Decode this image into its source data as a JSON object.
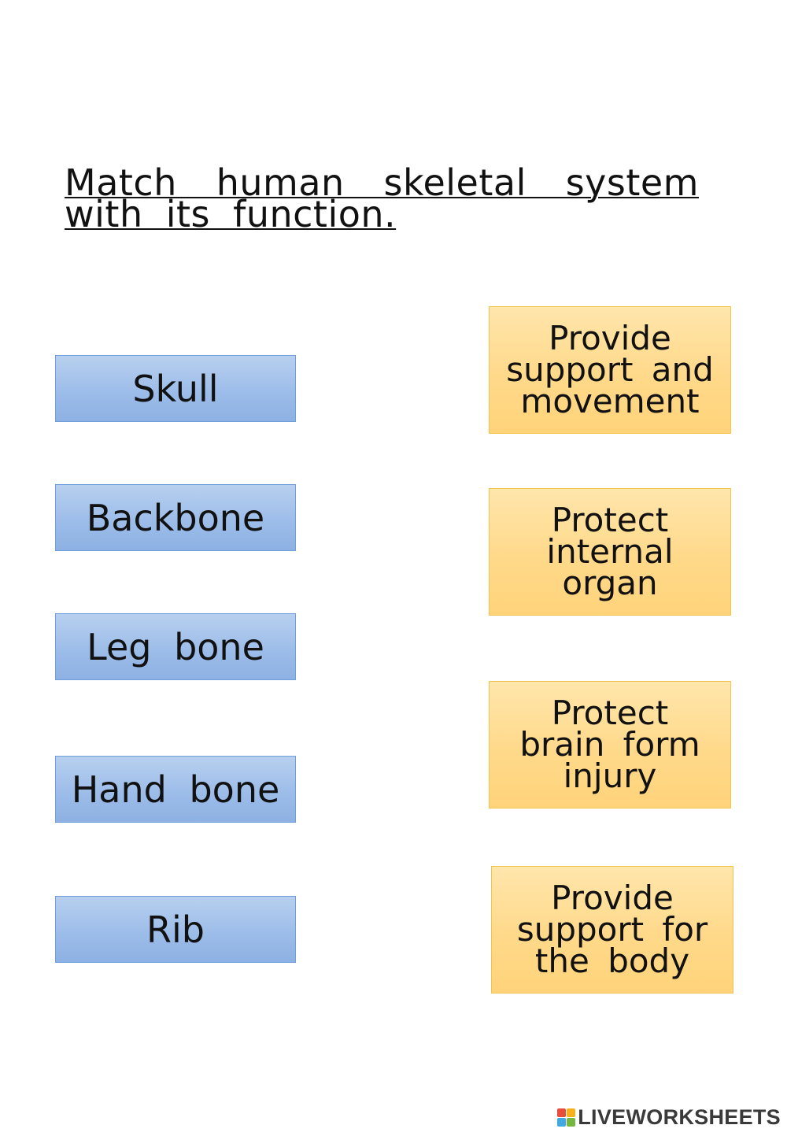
{
  "title": "Match human skeletal system with its function.",
  "terms": [
    "Skull",
    "Backbone",
    "Leg bone",
    "Hand bone",
    "Rib"
  ],
  "definitions": [
    "Provide support and movement",
    "Protect internal organ",
    "Protect brain form injury",
    "Provide support for the body"
  ],
  "colors": {
    "term_fill": "#9dbde9",
    "term_border": "#6f9fd8",
    "definition_fill": "#ffd98a",
    "definition_border": "#f2c44e"
  },
  "brand": {
    "name": "LIVEWORKSHEETS",
    "logo_icon": "liveworksheets-logo-icon",
    "logo_colors": [
      "#e94e3c",
      "#f6b21b",
      "#3fa9e0",
      "#76b83f"
    ]
  }
}
